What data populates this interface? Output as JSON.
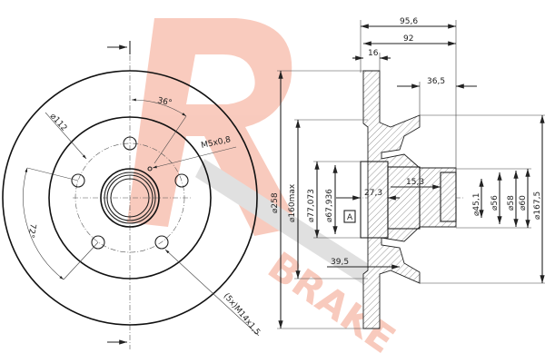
{
  "logo": {
    "text": "R BRAKE",
    "colors": {
      "red": "#f4a088",
      "gray": "#c8c8c8"
    }
  },
  "front_view": {
    "labels": {
      "angle_36": "36°",
      "angle_72": "72°",
      "bolt_circle": "⌀112",
      "screw_thread": "M5x0,8",
      "stud_thread": "(5x)M14x1,5"
    }
  },
  "side_view": {
    "labels": {
      "overall_width": "95,6",
      "width_92": "92",
      "disc_thickness": "16",
      "hub_length": "36,5",
      "dia_disc": "⌀258",
      "dia_160max": "⌀160max",
      "dia_77": "⌀77,073",
      "dia_67": "⌀67,936",
      "depth_27": "27,3",
      "depth_15": "15,3",
      "depth_39": "39,5",
      "dia_45": "⌀45,1",
      "dia_56": "⌀56",
      "dia_58": "⌀58",
      "dia_60": "⌀60",
      "dia_167": "⌀167,5",
      "datum": "A"
    }
  }
}
